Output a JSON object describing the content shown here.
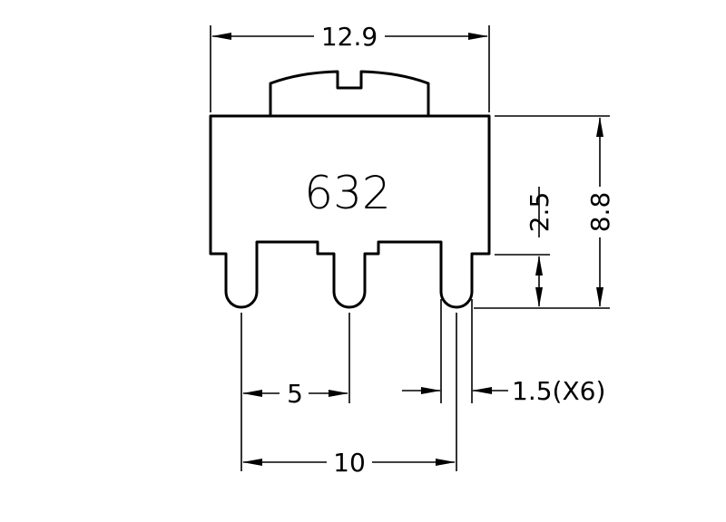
{
  "component": {
    "marking": "632"
  },
  "dimensions": {
    "overall_width": "12.9",
    "overall_height": "8.8",
    "pin_length": "2.5",
    "pin_pitch": "5",
    "pin_span": "10",
    "pin_width": "1.5(X6)"
  },
  "colors": {
    "line": "#000000",
    "background": "#ffffff"
  }
}
